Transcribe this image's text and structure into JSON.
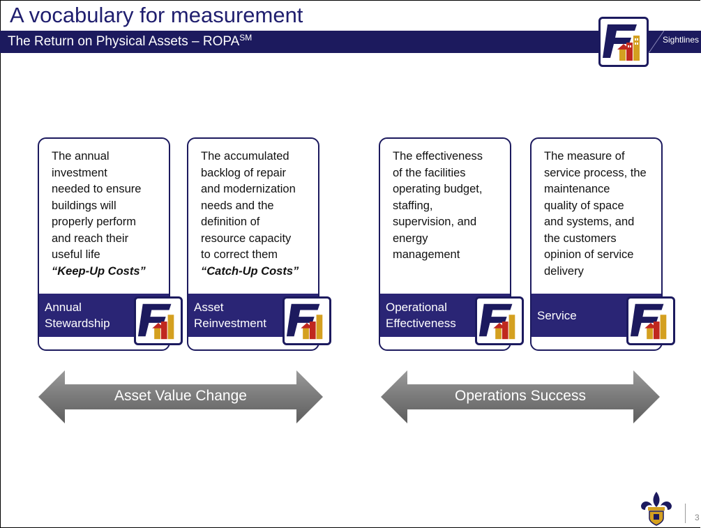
{
  "slide": {
    "title": "A vocabulary for measurement",
    "subtitle": "The Return on Physical Assets – ROPA",
    "subtitle_mark": "SM",
    "brand": "Sightlines",
    "page_number": "3"
  },
  "cards": [
    {
      "lines": [
        "The annual",
        "investment",
        "needed to ensure",
        "buildings will",
        "properly perform",
        "and reach their",
        "useful life"
      ],
      "emphasis": "“Keep-Up Costs”",
      "label_1": "Annual",
      "label_2": "Stewardship"
    },
    {
      "lines": [
        "The accumulated",
        "backlog of repair",
        "and modernization",
        "needs and the",
        "definition of",
        "resource capacity",
        "to correct them"
      ],
      "emphasis": "“Catch-Up Costs”",
      "label_1": "Asset",
      "label_2": "Reinvestment"
    },
    {
      "lines": [
        "The effectiveness",
        "of the facilities",
        "operating budget,",
        "staffing,",
        "supervision, and",
        "energy",
        "management"
      ],
      "emphasis": "",
      "label_1": "Operational",
      "label_2": "Effectiveness"
    },
    {
      "lines": [
        "The measure of",
        "service process, the",
        "maintenance",
        "quality of space",
        "and systems, and",
        "the customers",
        "opinion of service",
        "delivery"
      ],
      "emphasis": "",
      "label_1": "Service",
      "label_2": ""
    }
  ],
  "arrows": {
    "left_label": "Asset Value Change",
    "right_label": "Operations Success"
  },
  "colors": {
    "navy": "#1c1a5e",
    "band": "#2a2575",
    "logo_red": "#c0281f",
    "logo_gold": "#d4a020"
  }
}
